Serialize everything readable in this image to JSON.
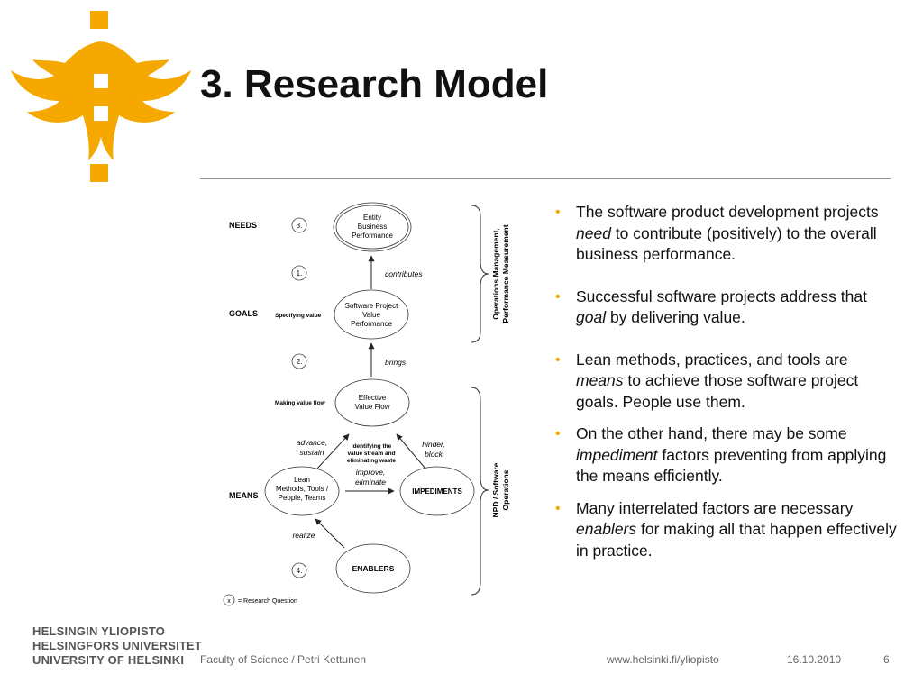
{
  "slide": {
    "title": "3. Research Model",
    "accent_color": "#f5a800"
  },
  "university": {
    "lines": [
      "HELSINGIN YLIOPISTO",
      "HELSINGFORS UNIVERSITET",
      "UNIVERSITY OF HELSINKI"
    ]
  },
  "diagram": {
    "levels": {
      "needs": "NEEDS",
      "goals": "GOALS",
      "means": "MEANS"
    },
    "questions": {
      "q3": "3.",
      "q1": "1.",
      "q2": "2.",
      "q4": "4."
    },
    "nodes": {
      "entity": [
        "Entity",
        "Business",
        "Performance"
      ],
      "software": [
        "Software Project",
        "Value",
        "Performance"
      ],
      "flow": [
        "Effective",
        "Value Flow"
      ],
      "lean": [
        "Lean",
        "Methods, Tools /",
        "People, Teams"
      ],
      "impediments": "IMPEDIMENTS",
      "enablers": "ENABLERS"
    },
    "labels": {
      "contributes": "contributes",
      "brings": "brings",
      "specifying_value": "Specifying value",
      "making_value_flow": "Making value flow",
      "advance": [
        "advance,",
        "sustain"
      ],
      "identifying": [
        "Identifying the",
        "value stream and",
        "eliminating waste"
      ],
      "hinder": [
        "hinder,",
        "block"
      ],
      "improve": [
        "improve,",
        "eliminate"
      ],
      "realize": "realize"
    },
    "brackets": {
      "ops": [
        "Operations Management,",
        "Performance Measurement"
      ],
      "npd": [
        "NPD / Software",
        "Operations"
      ]
    },
    "legend": {
      "symbol": "x",
      "text": "= Research Question"
    }
  },
  "bullets": [
    {
      "before": "The software product development projects ",
      "em": "need",
      "after": " to contribute (positively) to the overall business performance."
    },
    {
      "before": "Successful software projects address that ",
      "em": "goal",
      "after": " by delivering value."
    },
    {
      "before": "Lean methods, practices, and tools are ",
      "em": "means",
      "after": " to achieve those software project goals. People use them."
    },
    {
      "before": "On the other hand, there may be some ",
      "em": "impediment",
      "after": " factors preventing from applying the means efficiently."
    },
    {
      "before": "Many interrelated factors are necessary ",
      "em": "enablers",
      "after": " for making all that happen effectively in practice."
    }
  ],
  "footer": {
    "left": "Faculty of Science / Petri Kettunen",
    "url": "www.helsinki.fi/yliopisto",
    "date": "16.10.2010",
    "page": "6"
  }
}
